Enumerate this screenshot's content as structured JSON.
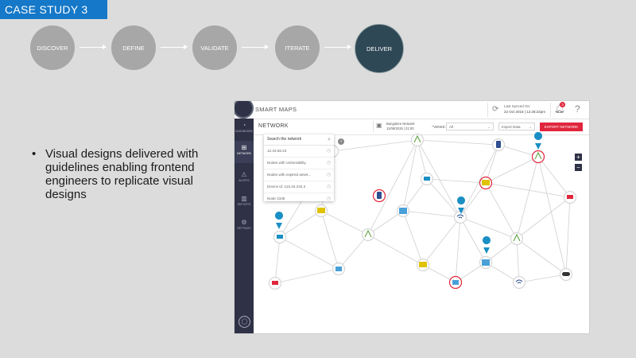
{
  "tag": "CASE STUDY 3",
  "steps": [
    "DISCOVER",
    "DEFINE",
    "VALIDATE",
    "ITERATE",
    "DELIVER"
  ],
  "active_step": "DELIVER",
  "bullet": "Visual designs  delivered with guidelines enabling frontend engineers to replicate visual designs",
  "app": {
    "title": "SMART MAPS",
    "sync_label": "Last Synced On:",
    "sync_value": "22 Oct 2015  |  12:28:22pm",
    "notifications": "3",
    "help": "?",
    "page_title": "NETWORK",
    "network_name": "Bangalore Network",
    "network_date": "11/06/2015  |  21:00",
    "views_label": "VIEWS:",
    "views_value": "All",
    "import_value": "Import Data",
    "export_label": "EXPORT NETWORK",
    "sidebar": [
      {
        "label": "DASHBOARD",
        "icon": "gauge-icon"
      },
      {
        "label": "NETWORK",
        "icon": "network-icon"
      },
      {
        "label": "ALERTS",
        "icon": "warning-icon"
      },
      {
        "label": "REPORTS",
        "icon": "bar-chart-icon"
      },
      {
        "label": "SETTINGS",
        "icon": "gear-icon"
      }
    ],
    "search": {
      "placeholder": "Search the network",
      "results": [
        "12.34.56.43",
        "Nodes with Vulnerability",
        "Nodes with expired asset...",
        "Device id: 123.34.234.2",
        "Node 2345"
      ]
    },
    "zoom_in": "+",
    "zoom_out": "−",
    "colors": {
      "accent": "#e0263c",
      "sidebar": "#2f3246",
      "pin": "#1a8fc4"
    }
  }
}
